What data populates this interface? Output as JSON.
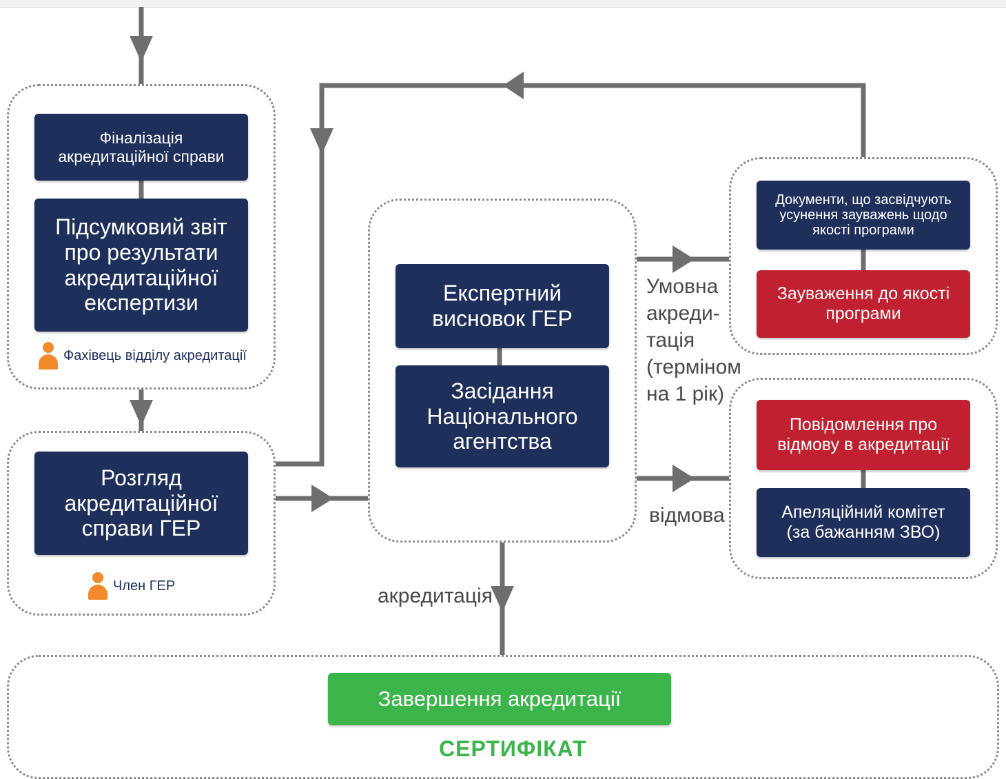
{
  "colors": {
    "navy": "#1f2f5c",
    "red": "#c0202f",
    "green": "#3bb54a",
    "connector": "#6e6e6e",
    "role_icon": "#f28a2b"
  },
  "boxes": {
    "finalization": "Фіналізація\nакредитаційної справи",
    "summary_report": "Підсумковий звіт\nпро результати\nакредитаційної\nекспертизи",
    "ger_review": "Розгляд\nакредитаційної\nсправи ГЕР",
    "expert_conclusion": "Експертний\nвисновок ГЕР",
    "national_agency_meeting": "Засідання\nНаціонального\nагентства",
    "remediation_docs": "Документи, що засвідчують\nусунення зауважень щодо\nякості програми",
    "quality_remarks": "Зауваження до якості\nпрограми",
    "refusal_notice": "Повідомлення про\nвідмову в акредитації",
    "appeal_committee": "Апеляційний комітет\n(за бажанням ЗВО)",
    "completion": "Завершення акредитації"
  },
  "roles": {
    "accreditation_specialist": "Фахівець відділу акредитації",
    "ger_member": "Член ГЕР"
  },
  "edge_labels": {
    "conditional": "Умовна\nакреди-\nтація\n(терміном\nна 1 рік)",
    "refusal": "відмова",
    "accreditation": "акредитація"
  },
  "certificate": "СЕРТИФІКАТ",
  "icons": {
    "person": "person-icon",
    "arrow": "arrow-head-icon"
  }
}
